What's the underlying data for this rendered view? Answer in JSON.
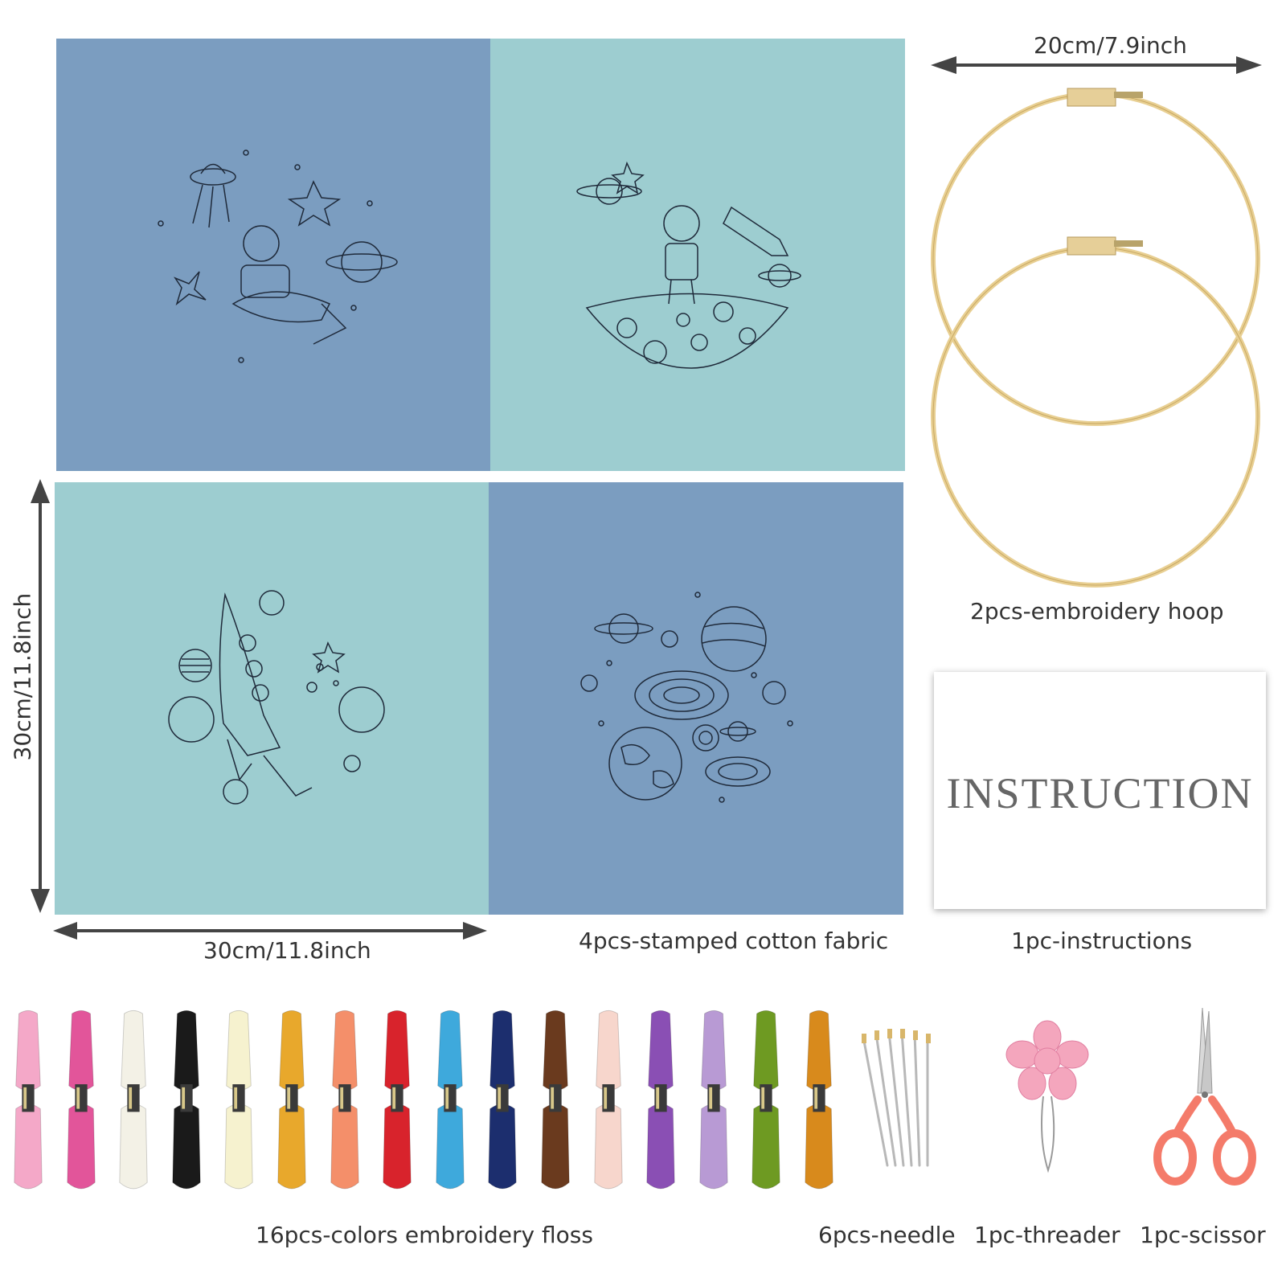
{
  "labels": {
    "hoop_size": "20cm/7.9inch",
    "hoop": "2pcs-embroidery hoop",
    "fabric_height": "30cm/11.8inch",
    "fabric_width": "30cm/11.8inch",
    "fabric": "4pcs-stamped cotton fabric",
    "instructions_card": "INSTRUCTION",
    "instructions": "1pc-instructions",
    "floss": "16pcs-colors embroidery floss",
    "needle": "6pcs-needle",
    "threader": "1pc-threader",
    "scissor": "1pc-scissor"
  },
  "colors": {
    "fabric_blue": "#7b9dc0",
    "fabric_teal": "#9dcdd0",
    "hoop_wood": "#e8cf92",
    "threader_pink": "#f4a6bd",
    "scissor_orange": "#f47b6a"
  },
  "floss_colors": [
    "#f4a8c8",
    "#e2559a",
    "#f3f1e6",
    "#1a1a1a",
    "#f6f2cf",
    "#e8a82c",
    "#f48f6a",
    "#d8232c",
    "#3ea9dc",
    "#1c2e6e",
    "#6a3a1e",
    "#f7d6cc",
    "#8a4fb4",
    "#b89ad4",
    "#6e9a22",
    "#d88a1c"
  ],
  "icons": [
    "ufo-icon",
    "astronaut-icon",
    "rocket-icon",
    "planet-icon",
    "moon-icon",
    "galaxy-icon",
    "earth-icon",
    "hoop-icon",
    "needle-icon",
    "threader-icon",
    "scissor-icon"
  ]
}
